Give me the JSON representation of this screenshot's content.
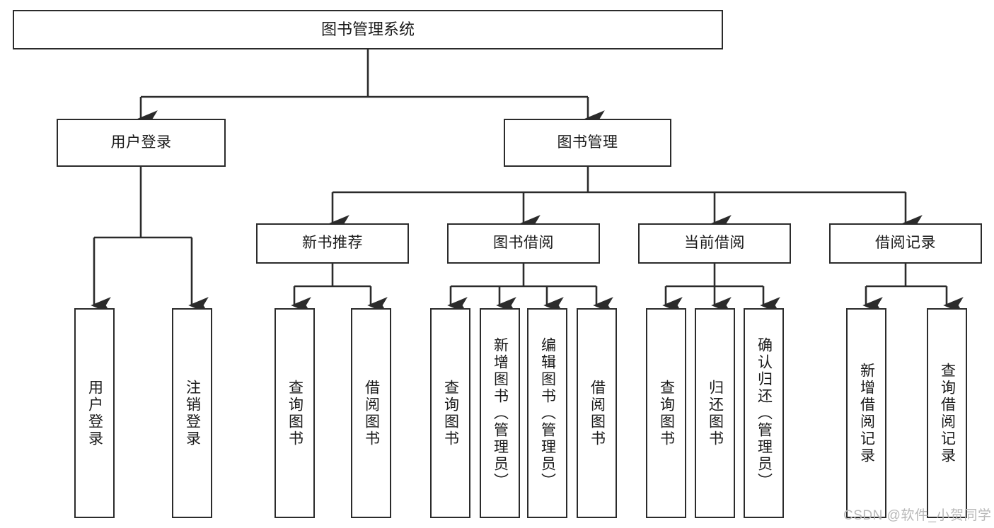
{
  "diagram": {
    "title": "图书管理系统",
    "type": "tree-hierarchy-chart",
    "root": {
      "label": "图书管理系统"
    },
    "level2": [
      {
        "label": "用户登录"
      },
      {
        "label": "图书管理"
      }
    ],
    "level3": [
      {
        "label": "新书推荐"
      },
      {
        "label": "图书借阅"
      },
      {
        "label": "当前借阅"
      },
      {
        "label": "借阅记录"
      }
    ],
    "leaves": {
      "user_login": [
        {
          "label": "用户登录"
        },
        {
          "label": "注销登录"
        }
      ],
      "new_book_recommend": [
        {
          "label": "查询图书"
        },
        {
          "label": "借阅图书"
        }
      ],
      "book_borrow": [
        {
          "label": "查询图书"
        },
        {
          "label": "新增图书（管理员）"
        },
        {
          "label": "编辑图书（管理员）"
        },
        {
          "label": "借阅图书"
        }
      ],
      "current_borrow": [
        {
          "label": "查询图书"
        },
        {
          "label": "归还图书"
        },
        {
          "label": "确认归还（管理员）"
        }
      ],
      "borrow_record": [
        {
          "label": "新增借阅记录"
        },
        {
          "label": "查询借阅记录"
        }
      ]
    },
    "watermark": "CSDN @软件_小贺同学",
    "colors": {
      "stroke": "#2b2b2b",
      "fill": "#ffffff",
      "text": "#1a1a1a",
      "watermark": "#b8b8b8"
    }
  }
}
